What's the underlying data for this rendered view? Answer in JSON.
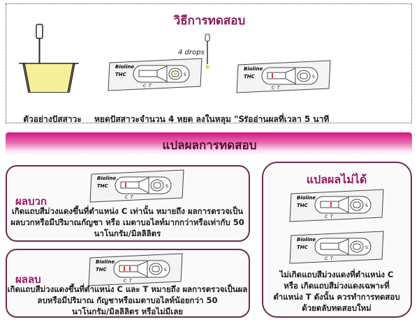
{
  "method": {
    "title": "วิธีการทดสอบ",
    "steps": [
      {
        "caption": "ตัวอย่างปัสสาวะ"
      },
      {
        "caption": "หยดปัสสาวะจำนวน 4 หยด ลงในหลุม \"S\"",
        "annotation": "4 drops"
      },
      {
        "caption": "รออ่านผลที่เวลา 5 นาที"
      }
    ]
  },
  "cassette": {
    "brand": "Bioline",
    "product": "THC",
    "c_label": "C",
    "t_label": "T",
    "s_label": "S"
  },
  "interpretation": {
    "title": "แปลผลการทดสอบ",
    "positive": {
      "title": "ผลบวก",
      "lines": [
        "เกิดแถบสีม่วงแดงขึ้นที่ตำแหน่ง C เท่านั้น หมายถึง ผลการตรวจเป็น",
        "ผลบวกหรือมีปริมาณกัญชา หรือ เมตาบอไลท์มากกว่าหรือเท่ากับ 50",
        "นาโนกรัม/มิลลิลิตร"
      ]
    },
    "negative": {
      "title": "ผลลบ",
      "lines": [
        "เกิดแถบสีม่วงแดงขึ้นที่ตำแหน่ง C และ T หมายถึง ผลการตรวจเป็นผล",
        "ลบหรือมีปริมาณ กัญชาหรือเมตาบอไลท์น้อยกว่า 50",
        "นาโนกรัม/มิลลิลิตร หรือไม่มีเลย"
      ]
    },
    "invalid": {
      "title": "แปลผลไม่ได้",
      "lines": [
        "ไม่เกิดแถบสีม่วงแดงที่ตำแหน่ง C",
        "หรือ เกิดแถบสีม่วงแดงเฉพาะที่",
        "ตำแหน่ง T ดังนั้น ควรทำการทดสอบ",
        "ด้วยตลับทดสอบใหม่"
      ]
    }
  },
  "colors": {
    "accent": "#8a1a5a",
    "band": "#e0202a",
    "urine": "#f7f09a",
    "card_border": "#6b2b50"
  }
}
